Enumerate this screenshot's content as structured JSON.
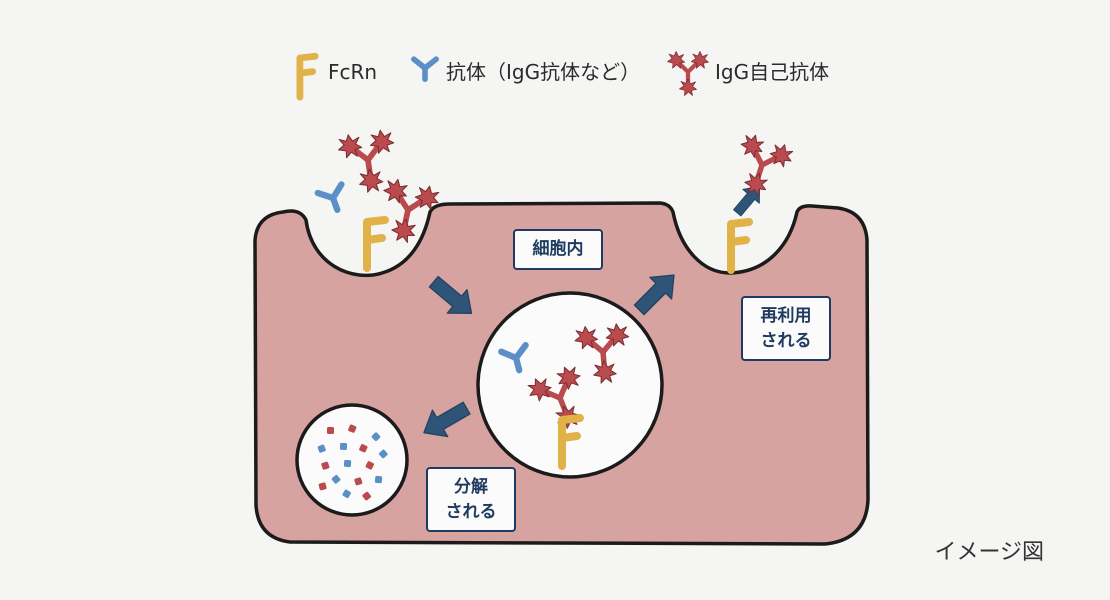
{
  "legend": {
    "fcrn": "FcRn",
    "antibody": "抗体（IgG抗体など）",
    "autoantibody": "IgG自己抗体"
  },
  "labels": {
    "intracellular": "細胞内",
    "recycled_line1": "再利用",
    "recycled_line2": "される",
    "degraded_line1": "分解",
    "degraded_line2": "される"
  },
  "note": "イメージ図",
  "colors": {
    "cell": "#d7a3a1",
    "outline": "#1b1b1b",
    "fcrn": "#e0b247",
    "antibody": "#5c8fc7",
    "autoantibody": "#b94a4e",
    "arrow": "#2e5478",
    "label_text": "#1f3a5f"
  }
}
